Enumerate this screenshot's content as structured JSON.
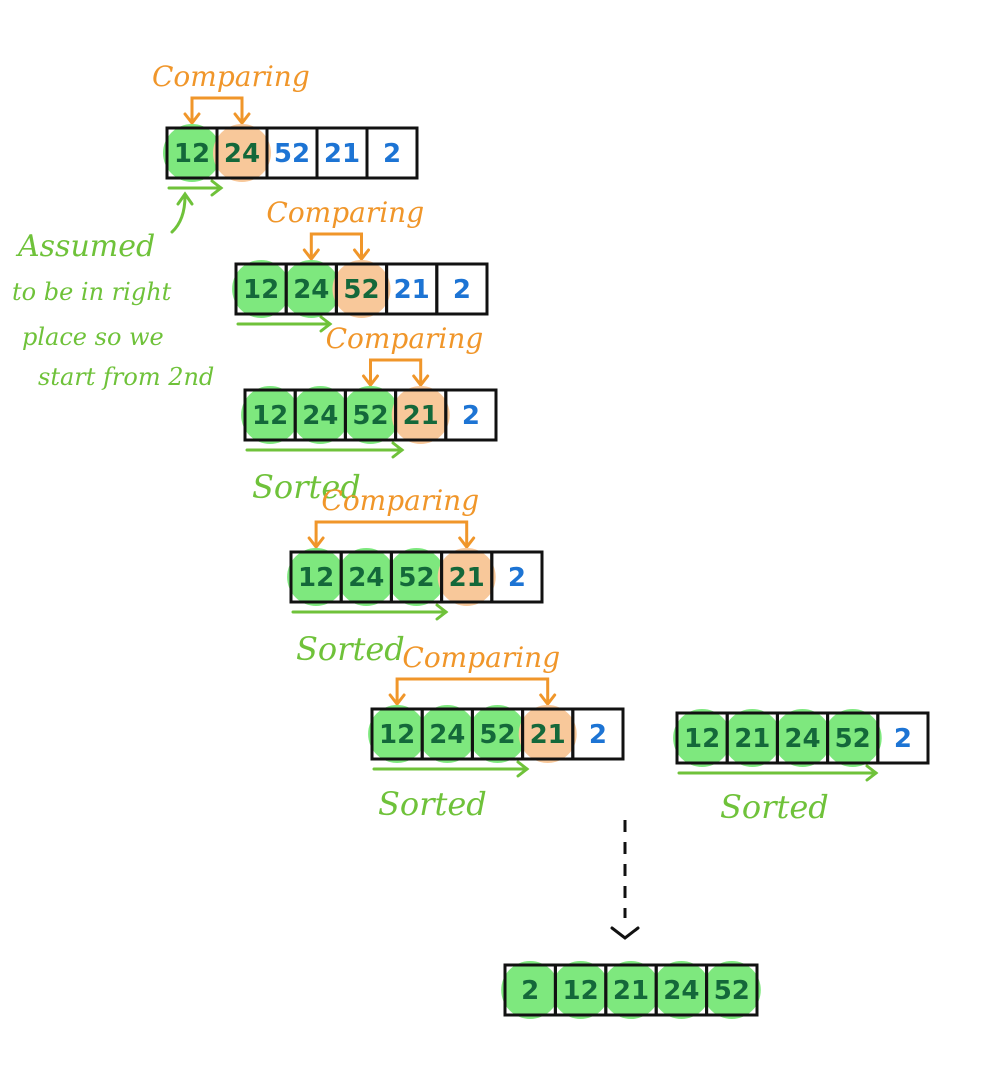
{
  "colors": {
    "orange": "#f0962a",
    "green": "#6fc23a",
    "sorted_fill": "#7ee87e",
    "compare_fill": "#f8c89a",
    "dark_num": "#14683a",
    "blue_num": "#1d74d4"
  },
  "labels": {
    "comparing": "Comparing",
    "sorted": "Sorted",
    "note_line1": "Assumed",
    "note_line2": "to be in right",
    "note_line3": "place so we",
    "note_line4": "start from 2nd"
  },
  "arrays": [
    {
      "values": [
        "12",
        "24",
        "52",
        "21",
        "2"
      ],
      "states": [
        "sorted",
        "compare",
        "unsorted",
        "unsorted",
        "unsorted"
      ],
      "compare_from": 0,
      "compare_to": 1,
      "sorted_label": false
    },
    {
      "values": [
        "12",
        "24",
        "52",
        "21",
        "2"
      ],
      "states": [
        "sorted",
        "sorted",
        "compare",
        "unsorted",
        "unsorted"
      ],
      "compare_from": 1,
      "compare_to": 2,
      "sorted_label": false
    },
    {
      "values": [
        "12",
        "24",
        "52",
        "21",
        "2"
      ],
      "states": [
        "sorted",
        "sorted",
        "sorted",
        "compare",
        "unsorted"
      ],
      "compare_from": 2,
      "compare_to": 3,
      "sorted_label": true
    },
    {
      "values": [
        "12",
        "24",
        "52",
        "21",
        "2"
      ],
      "states": [
        "sorted",
        "sorted",
        "sorted",
        "compare",
        "unsorted"
      ],
      "compare_from": 0,
      "compare_to": 3,
      "sorted_label": true
    },
    {
      "values": [
        "12",
        "24",
        "52",
        "21",
        "2"
      ],
      "states": [
        "sorted",
        "sorted",
        "sorted",
        "compare",
        "unsorted"
      ],
      "compare_from": 0,
      "compare_to": 3,
      "sorted_label": true
    },
    {
      "values": [
        "12",
        "21",
        "24",
        "52",
        "2"
      ],
      "states": [
        "sorted",
        "sorted",
        "sorted",
        "sorted",
        "unsorted"
      ],
      "compare_from": null,
      "compare_to": null,
      "sorted_label": true
    },
    {
      "values": [
        "2",
        "12",
        "21",
        "24",
        "52"
      ],
      "states": [
        "sorted",
        "sorted",
        "sorted",
        "sorted",
        "sorted"
      ],
      "compare_from": null,
      "compare_to": null,
      "sorted_label": false
    }
  ]
}
